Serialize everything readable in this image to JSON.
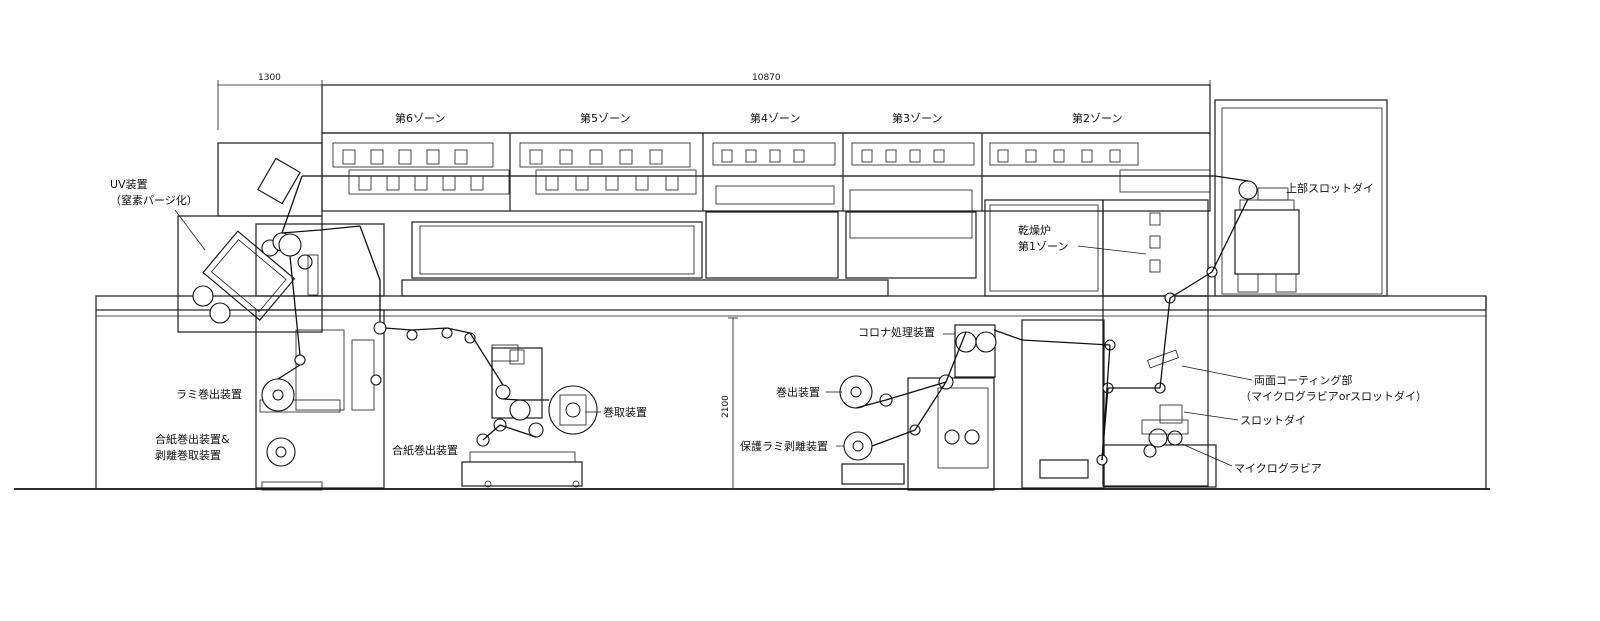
{
  "dimensions": {
    "uv_section": "1300",
    "oven_total": "10870",
    "height": "2100"
  },
  "zones": {
    "zone6": "第6ゾーン",
    "zone5": "第5ゾーン",
    "zone4": "第4ゾーン",
    "zone3": "第3ゾーン",
    "zone2": "第2ゾーン"
  },
  "labels": {
    "uv_line1": "UV装置",
    "uv_line2": "（窒素パージ化）",
    "oven_zone1_line1": "乾燥炉",
    "oven_zone1_line2": "第1ゾーン",
    "top_slot_die": "上部スロットダイ",
    "lami_unwinder": "ラミ巻出装置",
    "interleaf_line1": "合紙巻出装置&",
    "interleaf_line2": "剥離巻取装置",
    "interleaf_unwinder": "合紙巻出装置",
    "winder": "巻取装置",
    "corona": "コロナ処理装置",
    "unwinder": "巻出装置",
    "protect_lami": "保護ラミ剥離装置",
    "double_coating_line1": "両面コーティング部",
    "double_coating_line2": "（マイクログラビアorスロットダイ）",
    "slot_die": "スロットダイ",
    "micro_gravure": "マイクログラビア"
  }
}
